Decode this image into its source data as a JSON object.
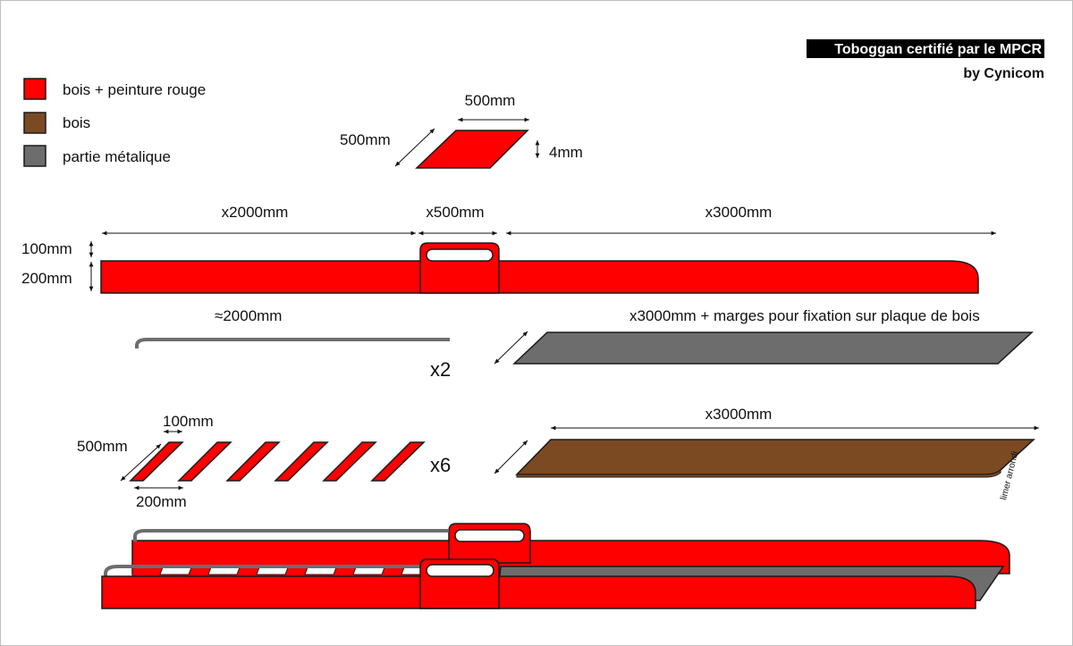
{
  "title": {
    "line1": "Toboggan certifié par le MPCR",
    "line2": "by Cynicom"
  },
  "legend": [
    {
      "label": "bois + peinture rouge",
      "color": "#ff0000"
    },
    {
      "label": "bois",
      "color": "#7b4a23"
    },
    {
      "label": "partie métalique",
      "color": "#6d6d6d"
    }
  ],
  "plate": {
    "width_label": "500mm",
    "depth_label": "500mm",
    "thickness_label": "4mm"
  },
  "rail": {
    "seg1_label": "x2000mm",
    "seg2_label": "x500mm",
    "seg3_label": "x3000mm",
    "height_top_label": "100mm",
    "height_bottom_label": "200mm"
  },
  "metal": {
    "bar_label": "≈2000mm",
    "count_label": "x2",
    "sheet_label": "x3000mm  + marges pour fixation sur plaque de bois"
  },
  "rungs": {
    "length_label": "500mm",
    "width_label": "100mm",
    "spacing_label": "200mm",
    "count_label": "x6"
  },
  "board": {
    "length_label": "x3000mm",
    "edge_note": "limer arrondi"
  },
  "colors": {
    "red": "#ff0000",
    "wood": "#7b4a23",
    "metal": "#6d6d6d",
    "outline": "#1a1a1a"
  }
}
